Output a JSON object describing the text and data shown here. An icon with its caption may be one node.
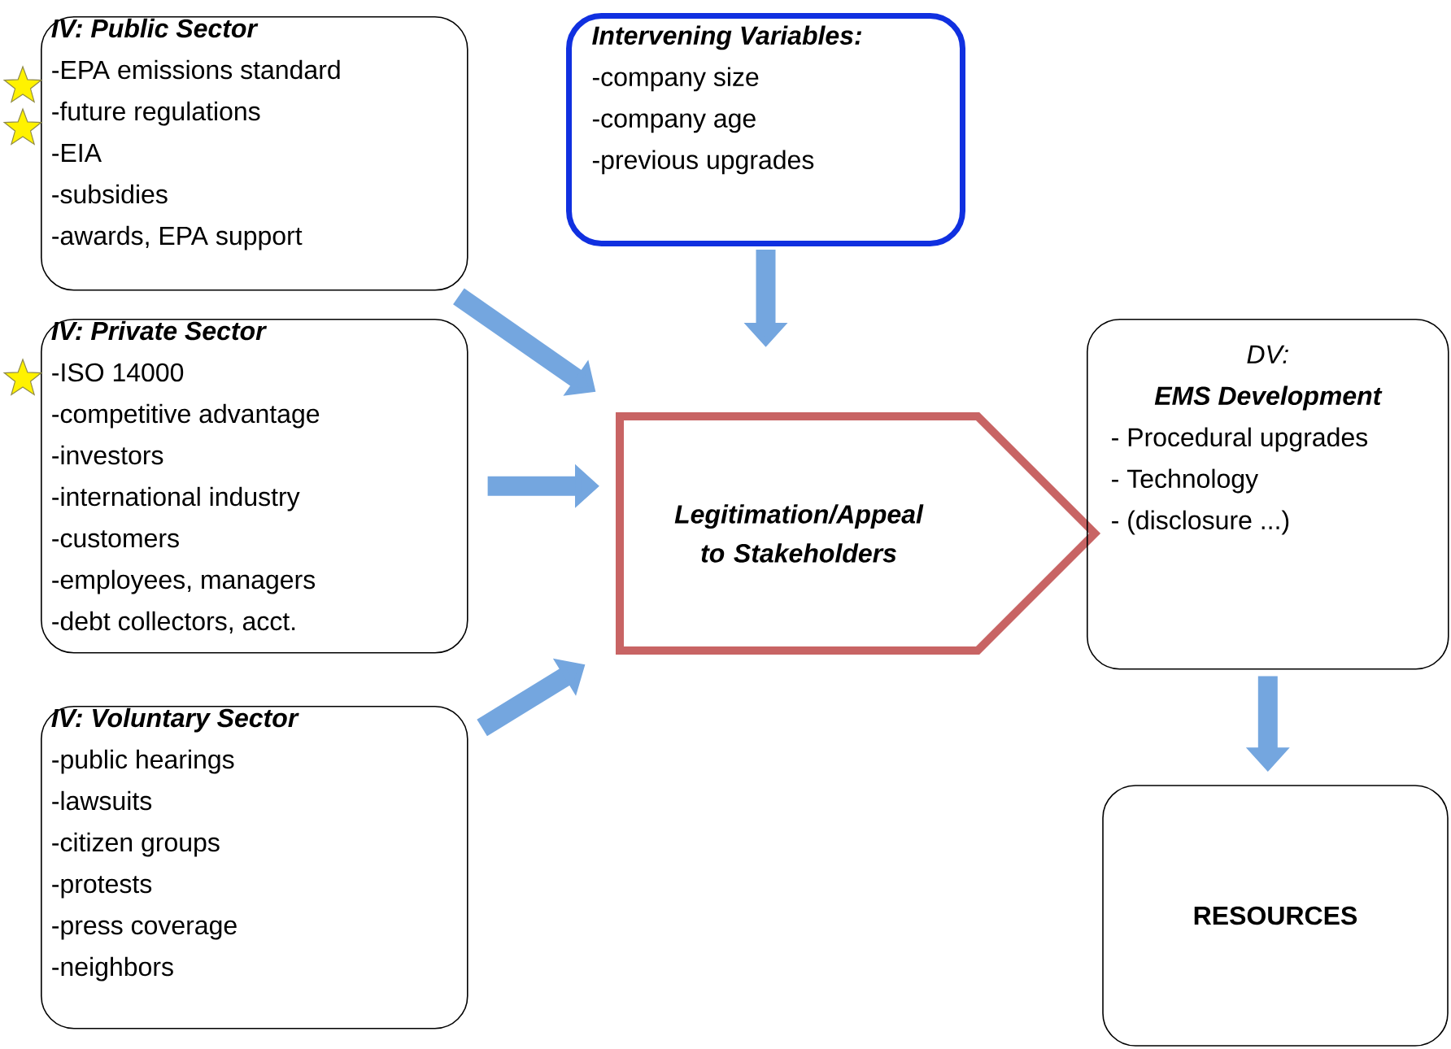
{
  "diagram": {
    "nodes": [
      {
        "text": [
          "IV: Public Sector",
          "-EPA emissions standard",
          "-future regulations",
          "-EIA",
          "-subsidies",
          "-awards, EPA support"
        ]
      },
      {
        "text": [
          "IV: Private Sector",
          "-ISO 14000",
          "-competitive advantage",
          "-investors",
          "-international industry",
          "-customers",
          "-employees, managers",
          "-debt collectors, acct."
        ]
      },
      {
        "text": [
          "IV: Voluntary Sector",
          "-public hearings",
          "-lawsuits",
          "-citizen groups",
          "-protests",
          "-press coverage",
          "-neighbors"
        ]
      },
      {
        "text": [
          "Intervening Variables:",
          "-company size",
          "-company age",
          "-previous upgrades"
        ]
      },
      {
        "text": [
          "Legitimation/Appeal to Stakeholders"
        ]
      },
      {
        "text": [
          "DV:",
          "EMS Development",
          "- Procedural upgrades",
          "- Technology",
          "- (disclosure ...)"
        ]
      },
      {
        "text": [
          "RESOURCES"
        ]
      }
    ],
    "edges": [
      {
        "from": 0,
        "to": 4,
        "arrow": "to"
      },
      {
        "from": 1,
        "to": 4,
        "arrow": "to"
      },
      {
        "from": 2,
        "to": 4,
        "arrow": "to"
      },
      {
        "from": 3,
        "to": 4,
        "arrow": "to"
      },
      {
        "from": 5,
        "to": 6,
        "arrow": "to"
      }
    ]
  }
}
